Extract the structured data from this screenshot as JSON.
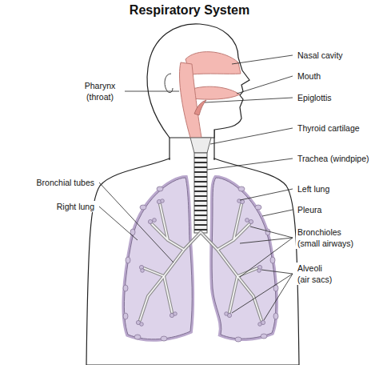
{
  "diagram": {
    "title": "Respiratory System",
    "labels": [
      "Nasal cavity",
      "Pharynx (throat)",
      "Mouth",
      "Epiglottis",
      "Thyroid cartilage",
      "Trachea (windpipe)",
      "Bronchial tubes",
      "Left lung",
      "Right lung",
      "Pleura",
      "Bronchioles (small airways)",
      "Alveoli (air sacs)"
    ]
  }
}
